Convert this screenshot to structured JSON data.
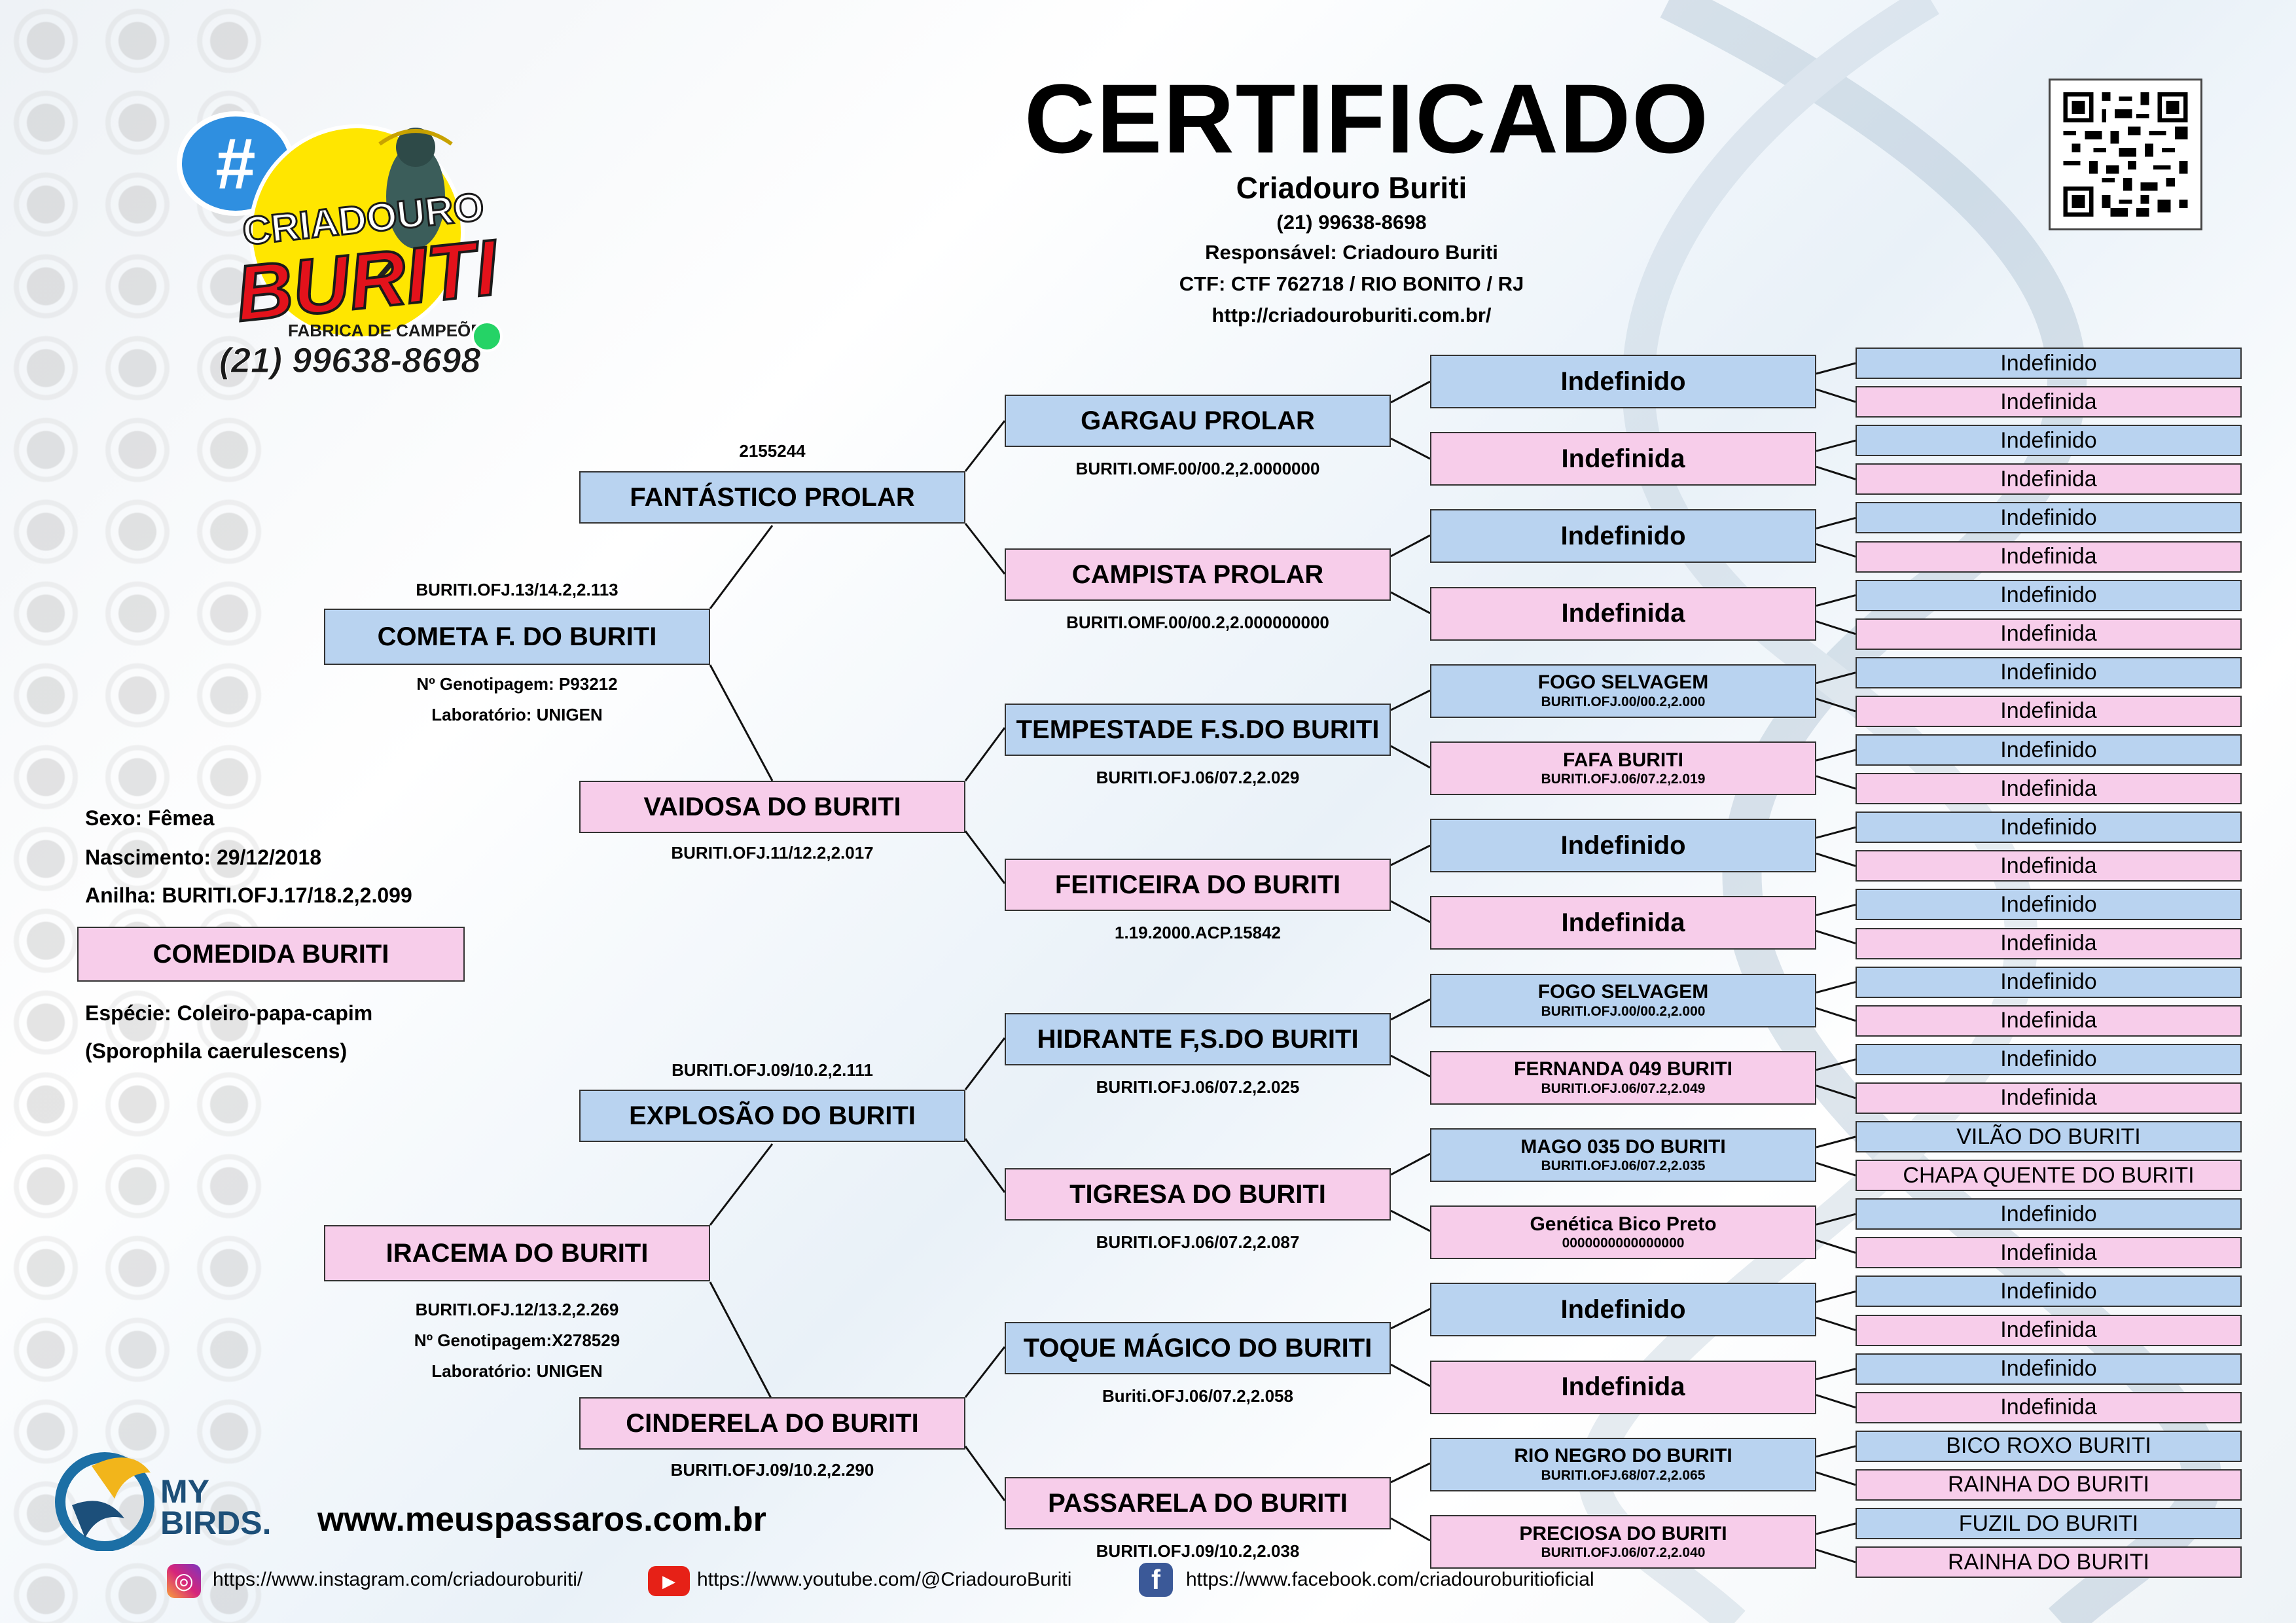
{
  "header": {
    "title": "CERTIFICADO",
    "breeder": "Criadouro Buriti",
    "phone": "(21) 99638-8698",
    "responsible": "Responsável: Criadouro Buriti",
    "ctf": "CTF: CTF 762718 / RIO BONITO / RJ",
    "url": "http://criadouroburiti.com.br/"
  },
  "logo": {
    "hash": "#",
    "line1": "CRIADOURO",
    "line2": "BURITI",
    "tagline": "FABRICA DE CAMPEÕES",
    "phone": "(21) 99638-8698"
  },
  "bird": {
    "sex": "Sexo: Fêmea",
    "birth": "Nascimento: 29/12/2018",
    "ring": "Anilha: BURITI.OFJ.17/18.2,2.099",
    "name": "COMEDIDA BURITI",
    "species": "Espécie: Coleiro-papa-capim",
    "species_sci": "(Sporophila caerulescens)"
  },
  "gen1": {
    "father": {
      "name": "COMETA F. DO BURITI",
      "ring": "BURITI.OFJ.13/14.2,2.113",
      "geno": "Nº Genotipagem: P93212",
      "lab": "Laboratório: UNIGEN"
    },
    "mother": {
      "name": "IRACEMA DO BURITI",
      "ring": "BURITI.OFJ.12/13.2,2.269",
      "geno": "Nº Genotipagem:X278529",
      "lab": "Laboratório: UNIGEN"
    }
  },
  "gen2": [
    {
      "name": "FANTÁSTICO PROLAR",
      "label": "2155244"
    },
    {
      "name": "VAIDOSA DO BURITI",
      "label": "BURITI.OFJ.11/12.2,2.017"
    },
    {
      "name": "EXPLOSÃO DO BURITI",
      "label": "BURITI.OFJ.09/10.2,2.111"
    },
    {
      "name": "CINDERELA DO BURITI",
      "label": "BURITI.OFJ.09/10.2,2.290"
    }
  ],
  "gen3": [
    {
      "name": "GARGAU PROLAR",
      "label": "BURITI.OMF.00/00.2,2.0000000"
    },
    {
      "name": "CAMPISTA PROLAR",
      "label": "BURITI.OMF.00/00.2,2.000000000"
    },
    {
      "name": "TEMPESTADE F.S.DO BURITI",
      "label": "BURITI.OFJ.06/07.2,2.029"
    },
    {
      "name": "FEITICEIRA DO BURITI",
      "label": "1.19.2000.ACP.15842"
    },
    {
      "name": "HIDRANTE F,S.DO BURITI",
      "label": "BURITI.OFJ.06/07.2,2.025"
    },
    {
      "name": "TIGRESA DO BURITI",
      "label": "BURITI.OFJ.06/07.2,2.087"
    },
    {
      "name": "TOQUE MÁGICO DO BURITI",
      "label": "Buriti.OFJ.06/07.2,2.058"
    },
    {
      "name": "PASSARELA DO BURITI",
      "label": "BURITI.OFJ.09/10.2,2.038"
    }
  ],
  "gen4": [
    {
      "name": "Indefinido",
      "sub": ""
    },
    {
      "name": "Indefinida",
      "sub": ""
    },
    {
      "name": "Indefinido",
      "sub": ""
    },
    {
      "name": "Indefinida",
      "sub": ""
    },
    {
      "name": "FOGO SELVAGEM",
      "sub": "BURITI.OFJ.00/00.2,2.000"
    },
    {
      "name": "FAFA BURITI",
      "sub": "BURITI.OFJ.06/07.2,2.019"
    },
    {
      "name": "Indefinido",
      "sub": ""
    },
    {
      "name": "Indefinida",
      "sub": ""
    },
    {
      "name": "FOGO SELVAGEM",
      "sub": "BURITI.OFJ.00/00.2,2.000"
    },
    {
      "name": "FERNANDA 049 BURITI",
      "sub": "BURITI.OFJ.06/07.2,2.049"
    },
    {
      "name": "MAGO 035 DO BURITI",
      "sub": "BURITI.OFJ.06/07.2,2.035"
    },
    {
      "name": "Genética Bico Preto",
      "sub": "0000000000000000"
    },
    {
      "name": "Indefinido",
      "sub": ""
    },
    {
      "name": "Indefinida",
      "sub": ""
    },
    {
      "name": "RIO NEGRO DO BURITI",
      "sub": "BURITI.OFJ.68/07.2,2.065"
    },
    {
      "name": "PRECIOSA DO BURITI",
      "sub": "BURITI.OFJ.06/07.2,2.040"
    }
  ],
  "gen5": [
    "Indefinido",
    "Indefinida",
    "Indefinido",
    "Indefinida",
    "Indefinido",
    "Indefinida",
    "Indefinido",
    "Indefinida",
    "Indefinido",
    "Indefinida",
    "Indefinido",
    "Indefinida",
    "Indefinido",
    "Indefinida",
    "Indefinido",
    "Indefinida",
    "Indefinido",
    "Indefinida",
    "Indefinido",
    "Indefinida",
    "VILÃO DO BURITI",
    "CHAPA QUENTE DO BURITI",
    "Indefinido",
    "Indefinida",
    "Indefinido",
    "Indefinida",
    "Indefinido",
    "Indefinida",
    "BICO ROXO BURITI",
    "RAINHA DO BURITI",
    "FUZIL DO BURITI",
    "RAINHA DO BURITI"
  ],
  "footer": {
    "brand_top": "MY",
    "brand_bottom": "BIRDS.",
    "site": "www.meuspassaros.com.br",
    "instagram": "https://www.instagram.com/criadouroburiti/",
    "youtube": "https://www.youtube.com/@CriadouroBuriti",
    "facebook": "https://www.facebook.com/criadouroburitioficial"
  },
  "colors": {
    "male": "#b9d3f0",
    "female": "#f7cdea",
    "border": "#333333"
  }
}
